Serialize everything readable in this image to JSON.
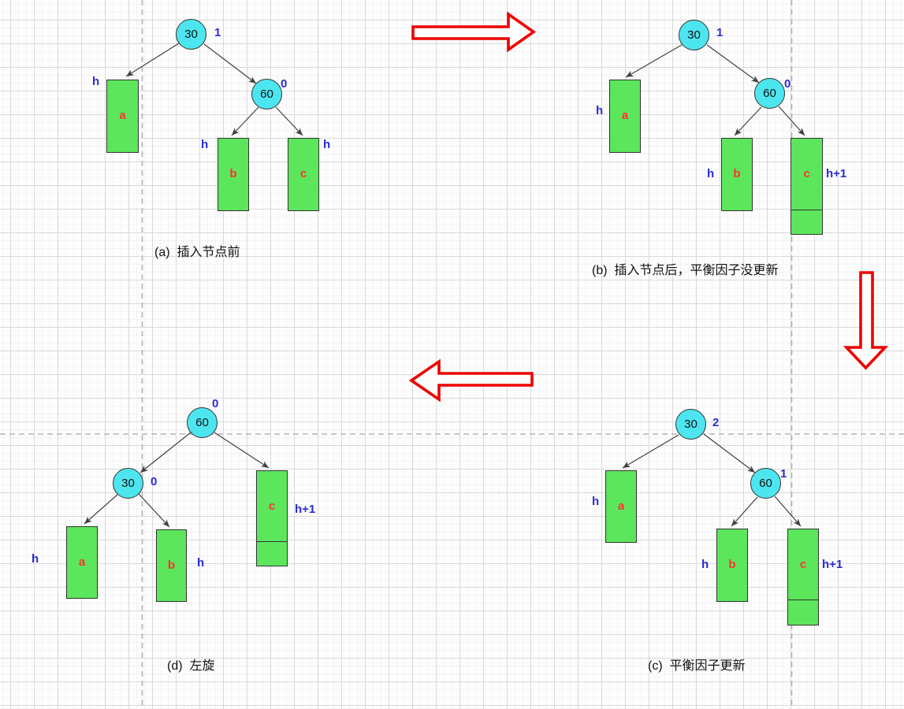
{
  "panels": {
    "a": {
      "caption": "(a)  插入节点前",
      "root": {
        "value": "30",
        "bf": "1"
      },
      "right": {
        "value": "60",
        "bf": "0"
      },
      "subtree_a": {
        "label": "a",
        "height": "h"
      },
      "subtree_b": {
        "label": "b",
        "height": "h"
      },
      "subtree_c": {
        "label": "c",
        "height": "h"
      }
    },
    "b": {
      "caption": "(b)  插入节点后，平衡因子没更新",
      "root": {
        "value": "30",
        "bf": "1"
      },
      "right": {
        "value": "60",
        "bf": "0"
      },
      "subtree_a": {
        "label": "a",
        "height": "h"
      },
      "subtree_b": {
        "label": "b",
        "height": "h"
      },
      "subtree_c": {
        "label": "c",
        "height": "h+1"
      }
    },
    "c": {
      "caption": "(c)  平衡因子更新",
      "root": {
        "value": "30",
        "bf": "2"
      },
      "right": {
        "value": "60",
        "bf": "1"
      },
      "subtree_a": {
        "label": "a",
        "height": "h"
      },
      "subtree_b": {
        "label": "b",
        "height": "h"
      },
      "subtree_c": {
        "label": "c",
        "height": "h+1"
      }
    },
    "d": {
      "caption": "(d)  左旋",
      "root": {
        "value": "60",
        "bf": "0"
      },
      "left": {
        "value": "30",
        "bf": "0"
      },
      "subtree_a": {
        "label": "a",
        "height": "h"
      },
      "subtree_b": {
        "label": "b",
        "height": "h"
      },
      "subtree_c": {
        "label": "c",
        "height": "h+1"
      }
    }
  },
  "colors": {
    "node_fill": "#4de6f0",
    "node_border": "#333333",
    "subtree_fill": "#5ce65c",
    "subtree_border": "#333333",
    "balance_factor_text": "#2b2bd9",
    "height_label_text": "#2b2bd9",
    "subtree_label_text": "#ff3131",
    "edge_stroke": "#404040",
    "flow_arrow_stroke": "#ee0000",
    "grid_major": "#d9d9d9",
    "grid_minor": "#f3f3f3",
    "dashed_guide": "#b3b3b3"
  }
}
